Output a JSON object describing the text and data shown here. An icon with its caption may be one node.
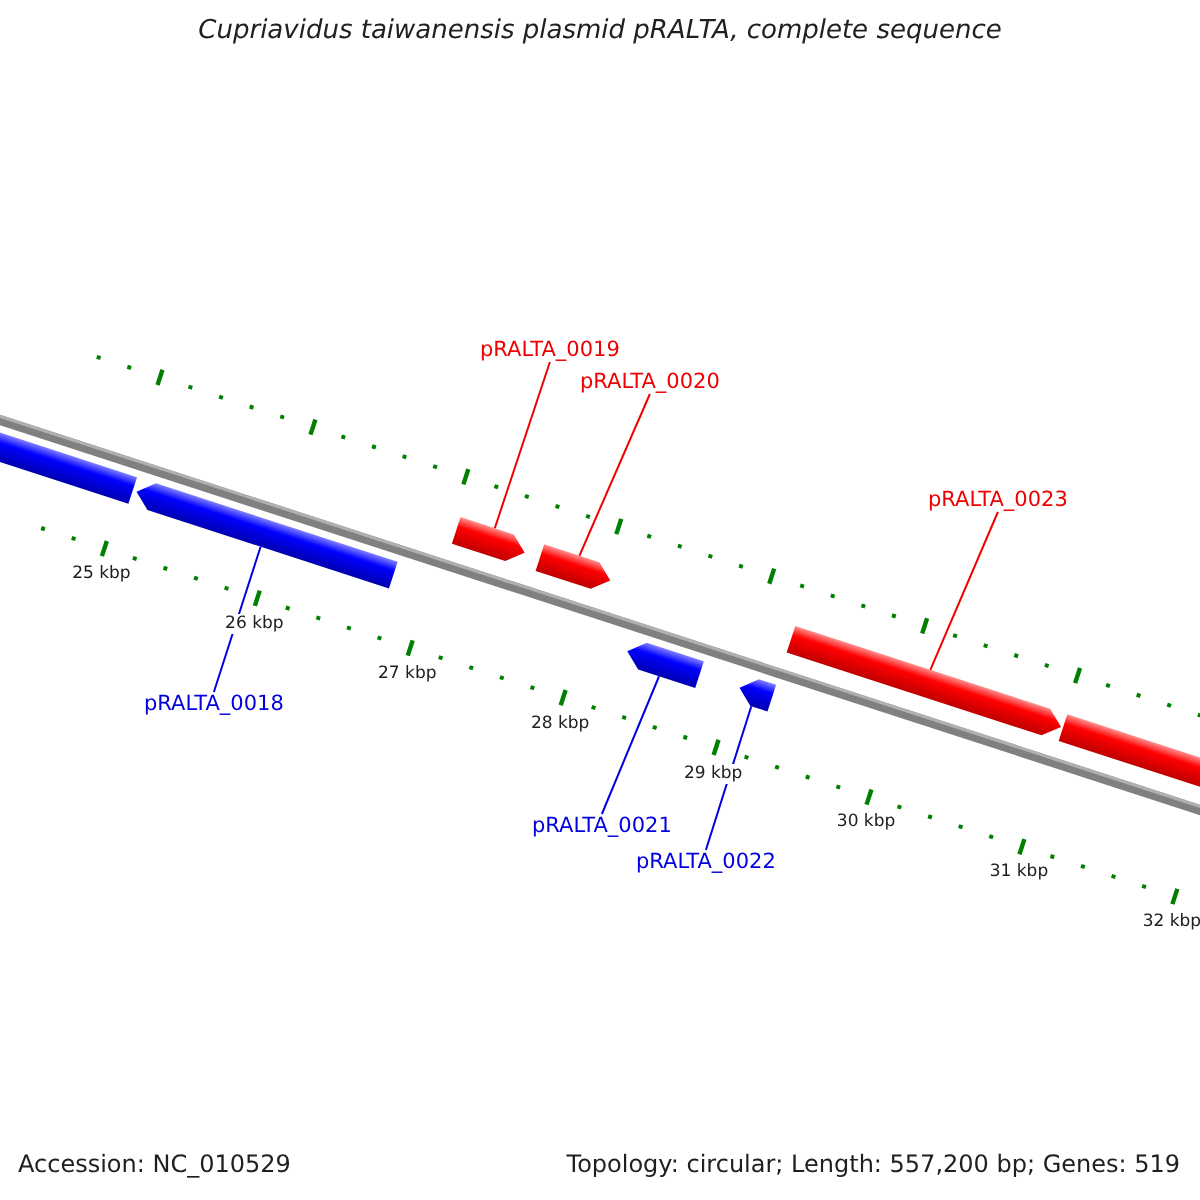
{
  "diagram": {
    "title": "Cupriavidus taiwanensis plasmid pRALTA, complete sequence",
    "nodes": [
      {
        "text": [
          "pRALTA_0019"
        ]
      },
      {
        "text": [
          "pRALTA_0020"
        ]
      },
      {
        "text": [
          "pRALTA_0023"
        ]
      },
      {
        "text": [
          "pRALTA_0018"
        ]
      },
      {
        "text": [
          "pRALTA_0021"
        ]
      },
      {
        "text": [
          "pRALTA_0022"
        ]
      },
      {
        "text": [],
        "shape": "bar"
      },
      {
        "text": [],
        "shape": "bar"
      },
      {
        "text": [],
        "shape": "bar"
      },
      {
        "text": [],
        "shape": "bar"
      },
      {
        "text": [],
        "shape": "bar"
      },
      {
        "text": [],
        "shape": "bar"
      },
      {
        "text": [],
        "shape": "bar"
      },
      {
        "text": [],
        "shape": "bar"
      }
    ],
    "edges": [
      {
        "from": 0,
        "to": 8,
        "arrow": "none"
      },
      {
        "from": 1,
        "to": 9,
        "arrow": "none"
      },
      {
        "from": 2,
        "to": 12,
        "arrow": "none"
      },
      {
        "from": 3,
        "to": 7,
        "arrow": "none",
        "color": "#0000e0"
      },
      {
        "from": 4,
        "to": 10,
        "arrow": "none",
        "color": "#0000e0"
      },
      {
        "from": 5,
        "to": 11,
        "arrow": "none",
        "color": "#0000e0"
      }
    ],
    "labels": [
      "25 kbp",
      "26 kbp",
      "27 kbp",
      "28 kbp",
      "29 kbp",
      "30 kbp",
      "31 kbp",
      "32 kbp",
      "Accession: NC_010529",
      "Topology: circular; Length: 557,200 bp; Genes: 519"
    ]
  }
}
